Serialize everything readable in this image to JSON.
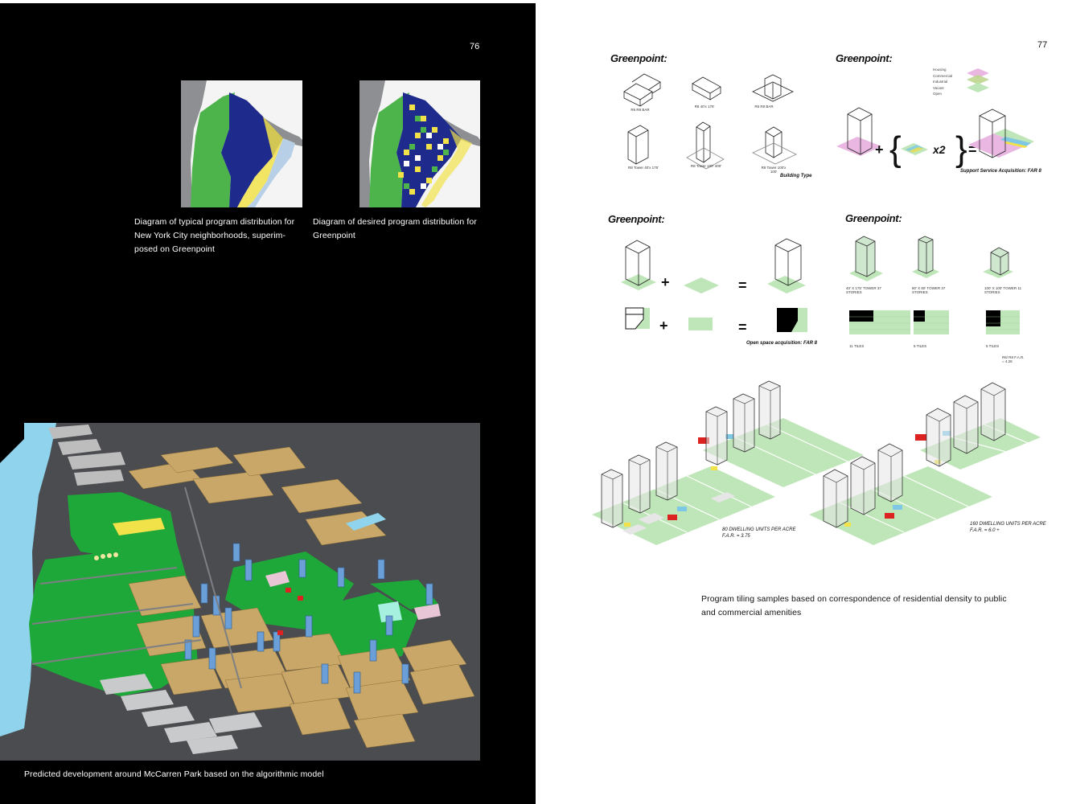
{
  "left_page": {
    "page_number": "76",
    "map_caption_typical": "Diagram of typical program distribution for New York City neighborhoods, superim-posed on Greenpoint",
    "map_caption_desired": "Diagram of desired program distribution for Greenpoint",
    "model_caption": "Predicted development around McCarren Park based on the algorithmic model"
  },
  "right_page": {
    "page_number": "77",
    "panel_titles": {
      "building_types": "Greenpoint:",
      "support_service": "Greenpoint:",
      "open_space": "Greenpoint:",
      "towers": "Greenpoint:"
    },
    "building_type_label": "Building Type",
    "building_labels": [
      "R6 R8 BAR",
      "R8 40'x 175'",
      "R6 R8 BAR",
      "R8 Tower 40'x 175'",
      "R8 Tower 100' 400'",
      "R8 Tower 100'x 100'"
    ],
    "legend": [
      "Housing",
      "Commercial",
      "Industrial",
      "Vacant",
      "Open"
    ],
    "multiplier": "x2",
    "support_service_label": "Support Service Acquisition: FAR 8",
    "open_space_label": "Open space acquisition: FAR 8",
    "tower_labels": [
      "40' X 175' TOWER 37 STORIES",
      "80' X 80' TOWER 37 STORIES",
      "100' X 100' TOWER 11 STORIES"
    ],
    "tile_labels": [
      "11 TILES",
      "5 TILES",
      "5 TILES"
    ],
    "far_note": "R6/ R8 F.A.R. = 4.28",
    "density_low": "80 DWELLING UNITS PER ACRE",
    "far_low": "F.A.R. = 3.75",
    "density_high": "160 DWELLING UNITS PER ACRE",
    "far_high": "F.A.R. = 6.0 +",
    "tiling_caption": "Program tiling samples based on correspondence of residential density to public and commercial amenities"
  },
  "colors": {
    "black_page": "#000000",
    "park_green": "#1fa83a",
    "program_blue": "#1e2a8c",
    "program_yellow": "#f2e24a",
    "tile_green": "#bfe6b8",
    "tan_block": "#c8a768",
    "water": "#8fd3ec",
    "road_gray": "#4a4c4f"
  }
}
